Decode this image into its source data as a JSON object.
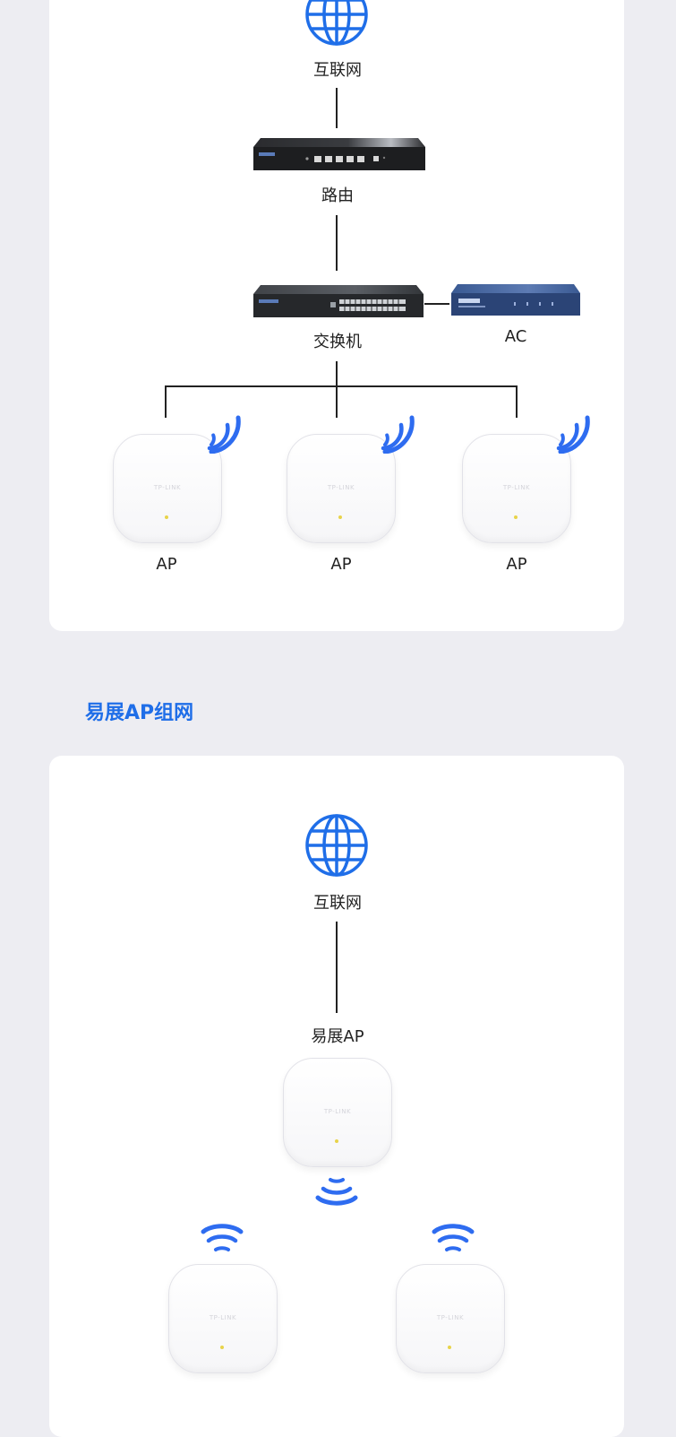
{
  "diagram1": {
    "internet_label": "互联网",
    "router_label": "路由",
    "switch_label": "交换机",
    "ac_label": "AC",
    "ap_labels": [
      "AP",
      "AP",
      "AP"
    ],
    "device_brand": "TP-LINK"
  },
  "section2": {
    "title": "易展AP组网"
  },
  "diagram2": {
    "internet_label": "互联网",
    "main_ap_label": "易展AP",
    "device_brand": "TP-LINK"
  },
  "colors": {
    "accent_blue": "#1f6ee8",
    "background": "#ededf2",
    "card": "#ffffff"
  }
}
